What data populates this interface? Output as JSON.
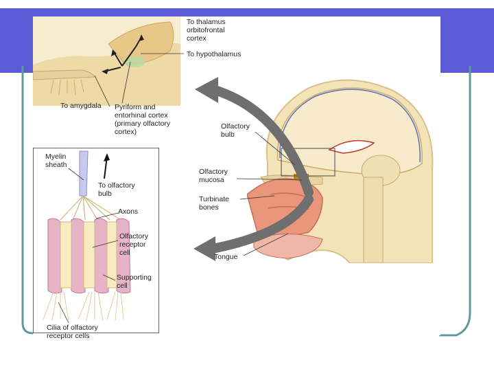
{
  "colors": {
    "accent_bar": "#5b5bd6",
    "frame_line": "#5e9a9a",
    "brain_fill": "#f5e9c8",
    "brain_outline": "#d9c08a",
    "nose_fill": "#e9967a",
    "cell_pink": "#e6b3c7",
    "myelin": "#c9c9ef",
    "arrow_gray": "#6f6f6f",
    "mucosa": "#b8860b"
  },
  "icons": {
    "large_arrow_up": "curved-arrow-up-icon",
    "large_arrow_down": "curved-arrow-down-icon"
  },
  "inset_top": {
    "labels": {
      "to_thalamus": "To thalamus",
      "orbitofrontal": "orbitofrontal\ncortex",
      "to_hypothalamus": "To hypothalamus",
      "to_amygdala": "To amygdala",
      "pyriform": "Pyriform and\nentorhinal cortex\n(primary olfactory\ncortex)"
    }
  },
  "inset_cells": {
    "labels": {
      "myelin": "Myelin\nsheath",
      "to_bulb": "To olfactory\nbulb",
      "axons": "Axons",
      "receptor_cell": "Olfactory\nreceptor\ncell",
      "supporting_cell": "Supporting\ncell",
      "cilia": "Cilia of olfactory\nreceptor cells"
    }
  },
  "head": {
    "labels": {
      "olfactory_bulb": "Olfactory\nbulb",
      "olfactory_mucosa": "Olfactory\nmucosa",
      "turbinate": "Turbinate\nbones",
      "tongue": "Tongue"
    }
  }
}
